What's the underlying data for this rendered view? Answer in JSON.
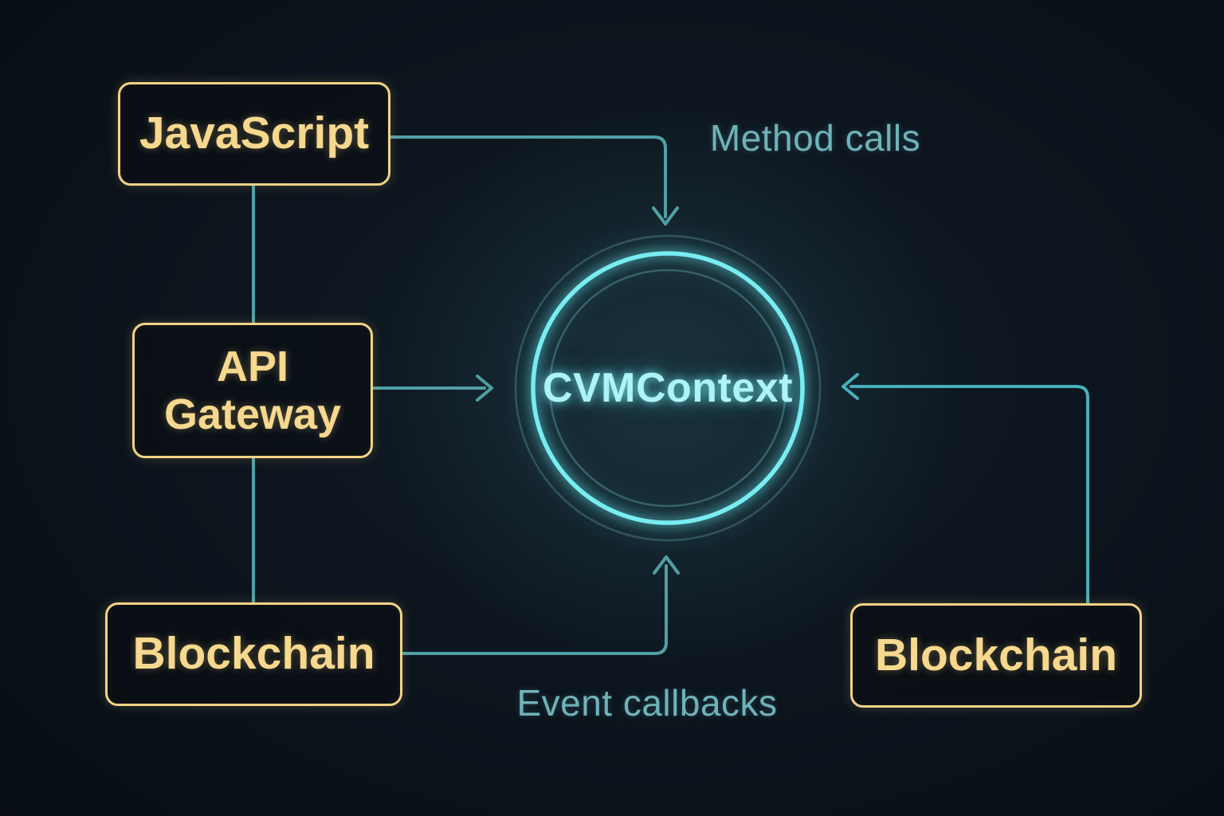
{
  "colors": {
    "background": "#0a1119",
    "gold": "#f2d286",
    "gold_text": "#f6d88e",
    "teal_line": "#4f9fa6",
    "teal_line_bright": "#46aebc",
    "teal_label": "#6fb3ba",
    "cyan_ring": "#78edf1",
    "cyan_text": "#aef3f5"
  },
  "nodes": {
    "javascript": {
      "label": "JavaScript"
    },
    "api_gateway": {
      "label": "API Gateway"
    },
    "blockchain_left": {
      "label": "Blockchain"
    },
    "blockchain_right": {
      "label": "Blockchain"
    },
    "center": {
      "label": "CVMContext"
    }
  },
  "edge_labels": {
    "method_calls": "Method calls",
    "event_callbacks": "Event callbacks"
  },
  "edges": [
    {
      "from": "JavaScript",
      "to": "CVMContext",
      "label": "Method calls"
    },
    {
      "from": "API Gateway",
      "to": "CVMContext",
      "label": ""
    },
    {
      "from": "Blockchain (bottom left)",
      "to": "CVMContext",
      "label": "Event callbacks"
    },
    {
      "from": "Blockchain (right)",
      "to": "CVMContext",
      "label": ""
    },
    {
      "from": "JavaScript",
      "to": "API Gateway",
      "label": ""
    },
    {
      "from": "API Gateway",
      "to": "Blockchain (bottom left)",
      "label": ""
    }
  ]
}
